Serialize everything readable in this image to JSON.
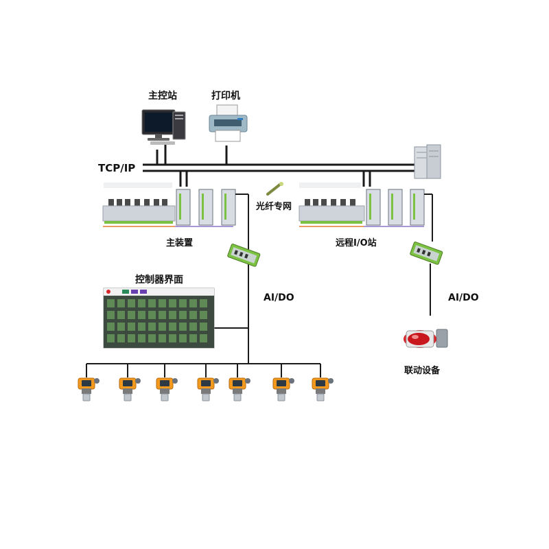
{
  "labels": {
    "master_station": "主控站",
    "printer": "打印机",
    "network": "TCP/IP",
    "fiber_network": "光纤专网",
    "main_device": "主装置",
    "remote_io_station": "远程I/O站",
    "controller_ui": "控制器界面",
    "aido_left": "AI/DO",
    "aido_right": "AI/DO",
    "linkage_device": "联动设备"
  },
  "colors": {
    "line": "#1a1a1a",
    "module_green": "#7cc242",
    "module_body": "#d8dde3",
    "screen_bg": "#3d4a3f",
    "screen_cell": "#5f8a55",
    "beacon_red": "#d9262b",
    "detector_orange": "#f39a1e"
  },
  "icons": {
    "computer": "desktop-computer-icon",
    "printer": "printer-icon",
    "server": "server-icon",
    "fiber": "fiber-connector-icon",
    "io_module": "io-module-icon",
    "beacon": "alarm-beacon-icon",
    "detector": "gas-detector-icon"
  }
}
